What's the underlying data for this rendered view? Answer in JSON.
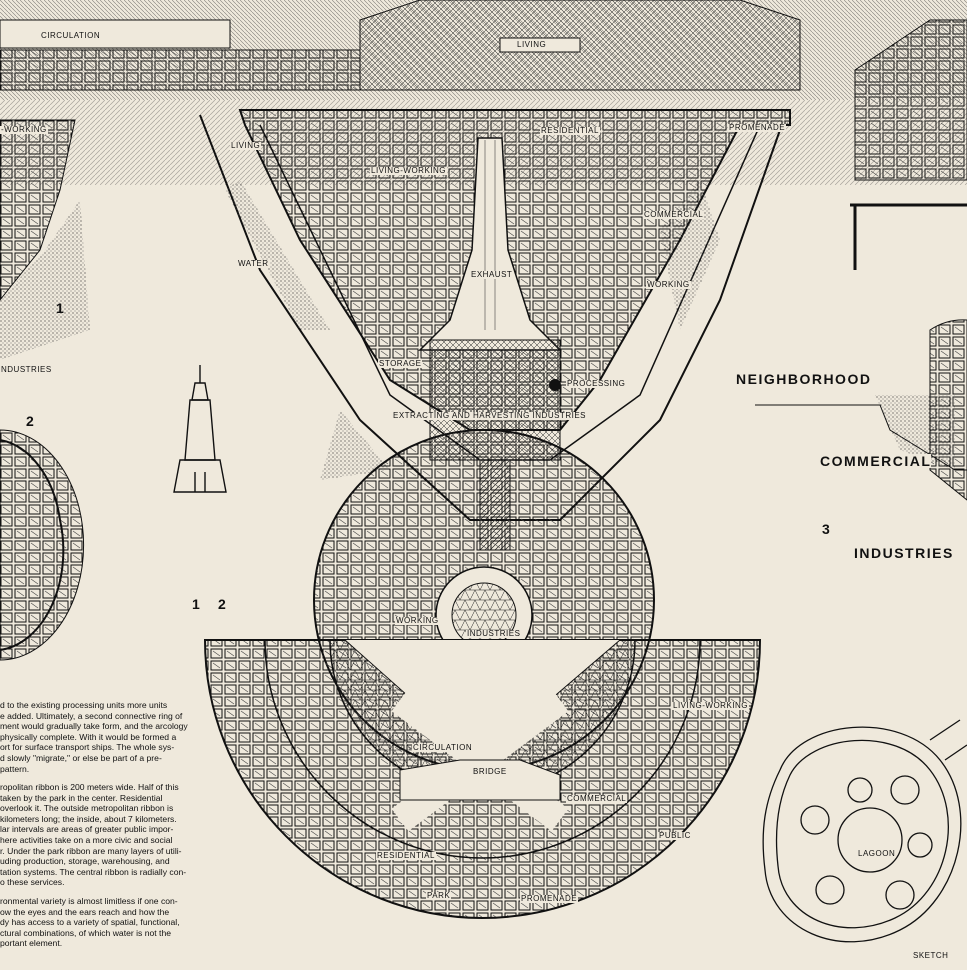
{
  "labels": {
    "circulation_top": "CIRCULATION",
    "living_top": "LIVING",
    "working_left": "-WORKING",
    "living_left": "LIVING",
    "residential_top": "RESIDENTIAL",
    "promenade_top": "PROMENADE",
    "living_working_top": "LIVING-WORKING",
    "commercial_top": "COMMERCIAL",
    "water": "WATER",
    "exhaust": "EXHAUST",
    "working_mid": "WORKING",
    "storage": "STORAGE",
    "processing": "PROCESSING",
    "extracting": "EXTRACTING AND HARVESTING INDUSTRIES",
    "industries_left": "NDUSTRIES",
    "working_disc": "WORKING",
    "industries_disc": "INDUSTRIES",
    "living_working_low": "LIVING-WORKING",
    "circulation_low": "CIRCULATION",
    "bridge": "BRIDGE",
    "commercial_low": "COMMERCIAL",
    "public": "PUBLIC",
    "residential_low": "RESIDENTIAL",
    "park": "PARK",
    "promenade_low": "PROMENADE",
    "neighborhood": "NEIGHBORHOOD",
    "commercial_right": "COMMERCIAL",
    "industries_right": "INDUSTRIES",
    "lagoon": "LAGOON",
    "sketch": "SKETCH"
  },
  "numbers": {
    "n1_left": "1",
    "n2_left": "2",
    "n12_a": "1",
    "n12_b": "2",
    "n3_right": "3"
  },
  "text_block": {
    "para1": [
      "d to the existing processing units more units",
      "e added. Ultimately, a second connective ring of",
      "ment would gradually take form, and the arcology",
      "physically complete. With it would be formed a",
      "ort for surface transport ships. The whole sys-",
      "d slowly \"migrate,\" or else be part of a pre-",
      " pattern."
    ],
    "para2": [
      "ropolitan ribbon is 200 meters wide. Half of this",
      "taken by the park in the center. Residential",
      "overlook it. The outside metropolitan ribbon is",
      " kilometers long; the inside, about 7 kilometers.",
      "lar intervals are areas of greater public impor-",
      "here activities take on a more civic and social",
      "r. Under the park ribbon are many layers of utili-",
      "uding production, storage, warehousing, and",
      "tation systems. The central ribbon is radially con-",
      "o these services."
    ],
    "para3": [
      "ronmental variety is almost limitless if one con-",
      "ow the eyes and the ears reach and how the",
      "dy has access to a variety of spatial, functional,",
      "ctural combinations, of which water is not the",
      "portant element."
    ]
  },
  "colors": {
    "paper": "#efe9dc",
    "ink": "#111111"
  }
}
